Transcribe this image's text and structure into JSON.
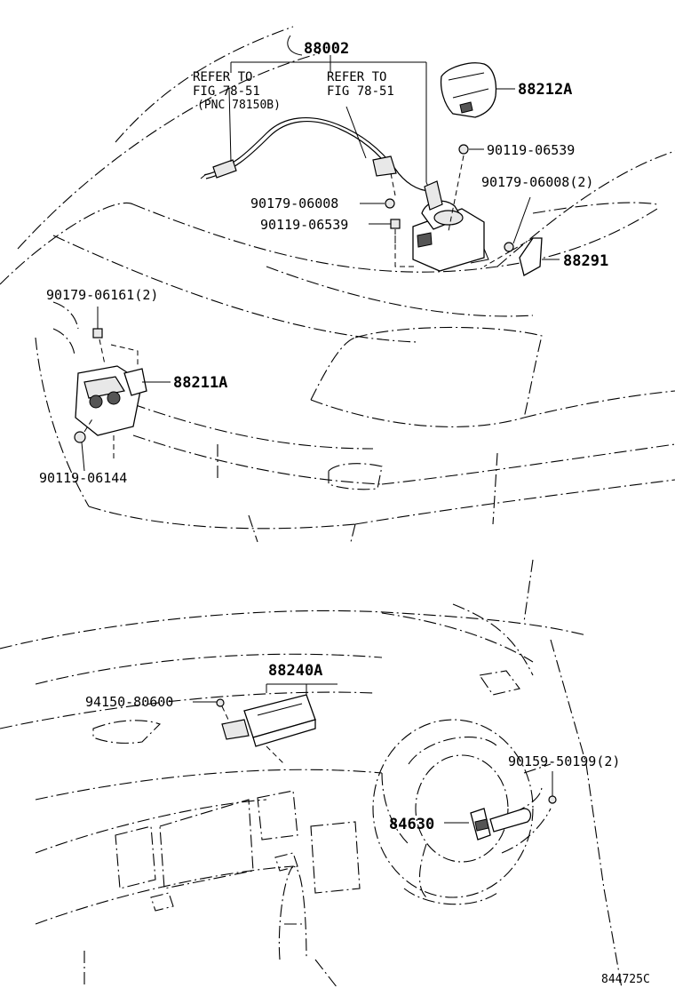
{
  "figure_code": "844725C",
  "references": {
    "left": {
      "line1": "REFER TO",
      "line2": "FIG 78-51",
      "line3": "(PNC 78150B)"
    },
    "right": {
      "line1": "REFER TO",
      "line2": "FIG 78-51"
    }
  },
  "parts": {
    "p88002": "88002",
    "p88212A": "88212A",
    "p90119_06539_top": "90119-06539",
    "p90179_06008_right": "90179-06008(2)",
    "p90179_06008_left": "90179-06008",
    "p90119_06539_mid": "90119-06539",
    "p88291": "88291",
    "p90179_06161": "90179-06161(2)",
    "p88211A": "88211A",
    "p90119_06144": "90119-06144",
    "p88240A": "88240A",
    "p94150_80600": "94150-80600",
    "p90159_50199": "90159-50199(2)",
    "p84630": "84630"
  }
}
